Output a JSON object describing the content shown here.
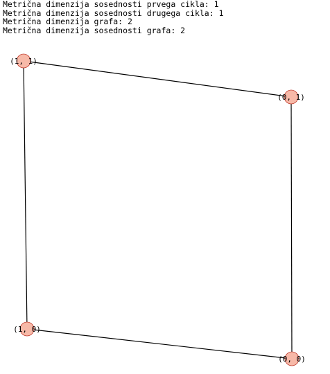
{
  "output": {
    "lines": [
      "Metrična dimenzija sosednosti prvega cikla: 1",
      "Metrična dimenzija sosednosti drugega cikla: 1",
      "Metrična dimenzija grafa: 2",
      "Metrična dimenzija sosednosti grafa: 2"
    ]
  },
  "graph": {
    "vertices": [
      {
        "id": "1-1",
        "label": "(1, 1)"
      },
      {
        "id": "0-1",
        "label": "(0, 1)"
      },
      {
        "id": "1-0",
        "label": "(1, 0)"
      },
      {
        "id": "0-0",
        "label": "(0, 0)"
      }
    ],
    "edges": [
      {
        "source": "1-1",
        "target": "0-1"
      },
      {
        "source": "1-1",
        "target": "1-0"
      },
      {
        "source": "0-1",
        "target": "0-0"
      },
      {
        "source": "1-0",
        "target": "0-0"
      }
    ],
    "colors": {
      "vertex_fill": "#f7b9a8",
      "vertex_stroke": "#c0392b",
      "edge": "#000000"
    }
  }
}
